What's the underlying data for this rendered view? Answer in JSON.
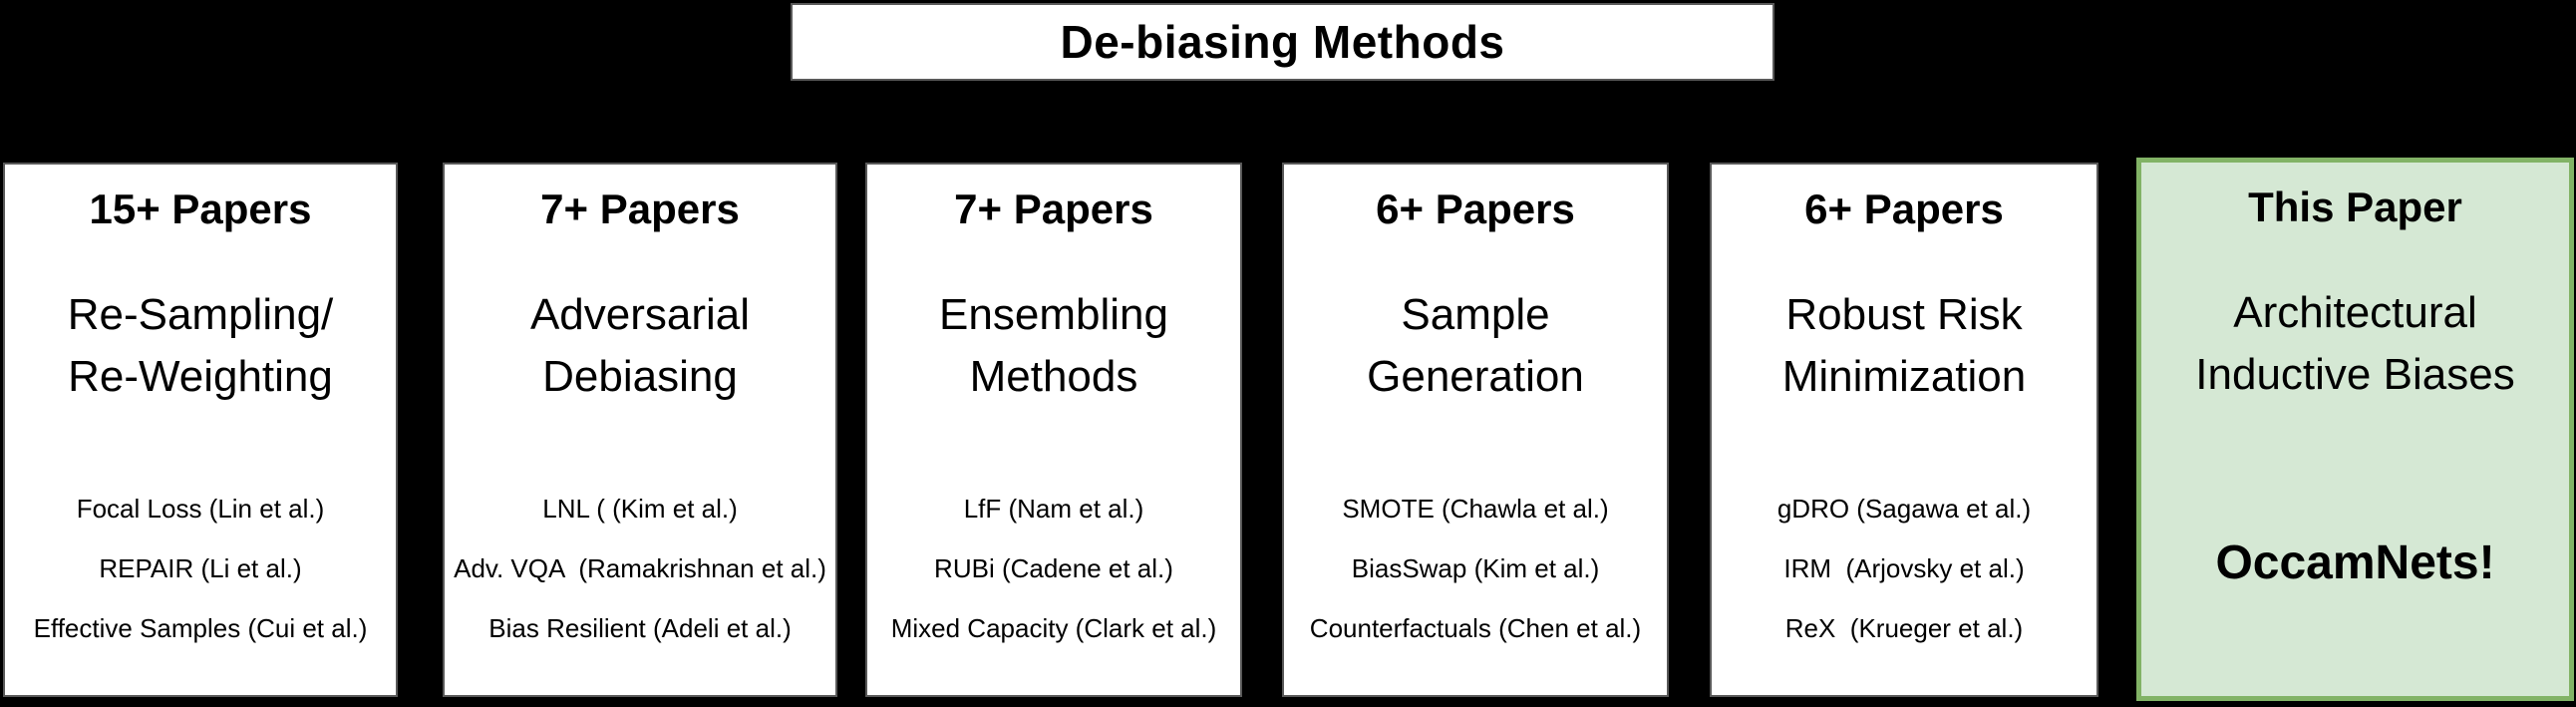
{
  "title_banner": {
    "label": "De-biasing Methods"
  },
  "colors": {
    "background": "#000000",
    "box_fill": "#ffffff",
    "box_border": "#595959",
    "highlight_fill": "#d5e8d4",
    "highlight_border": "#82b366",
    "text": "#000000"
  },
  "columns": [
    {
      "header": "15+ Papers",
      "category": "Re-Sampling/\nRe-Weighting",
      "papers": [
        "Focal Loss (Lin et al.)",
        "REPAIR (Li et al.)",
        "Effective Samples (Cui et al.)"
      ]
    },
    {
      "header": "7+ Papers",
      "category": "Adversarial\nDebiasing",
      "papers": [
        "LNL ( (Kim et al.)",
        "Adv. VQA  (Ramakrishnan et al.)",
        "Bias Resilient (Adeli et al.)"
      ]
    },
    {
      "header": "7+ Papers",
      "category": "Ensembling\nMethods",
      "papers": [
        "LfF (Nam et al.)",
        "RUBi (Cadene et al.)",
        "Mixed Capacity (Clark et al.)"
      ]
    },
    {
      "header": "6+ Papers",
      "category": "Sample\nGeneration",
      "papers": [
        "SMOTE (Chawla et al.)",
        "BiasSwap (Kim et al.)",
        "Counterfactuals (Chen et al.)"
      ]
    },
    {
      "header": "6+ Papers",
      "category": "Robust Risk\nMinimization",
      "papers": [
        "gDRO (Sagawa et al.)",
        "IRM  (Arjovsky et al.)",
        "ReX  (Krueger et al.)"
      ]
    },
    {
      "header": "This Paper",
      "category": "Architectural\nInductive Biases",
      "highlight": "OccamNets!"
    }
  ]
}
